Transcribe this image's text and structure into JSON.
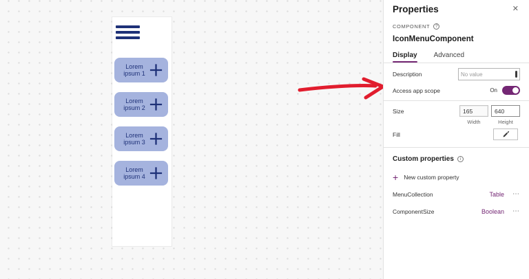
{
  "colors": {
    "accent_purple": "#742774",
    "navy_blue": "#1e3178",
    "button_blue": "#a5b3de",
    "arrow_red": "#e11d2e"
  },
  "canvas": {
    "component_preview": {
      "buttons": [
        "Lorem ipsum 1",
        "Lorem ipsum 2",
        "Lorem ipsum 3",
        "Lorem ipsum 4"
      ]
    }
  },
  "panel": {
    "title": "Properties",
    "close_label": "✕",
    "section_label": "COMPONENT",
    "help_glyph": "?",
    "info_glyph": "i",
    "component_name": "IconMenuComponent",
    "tabs": [
      {
        "label": "Display",
        "active": true
      },
      {
        "label": "Advanced",
        "active": false
      }
    ],
    "fields": {
      "description_label": "Description",
      "description_placeholder": "No value",
      "access_app_scope_label": "Access app scope",
      "access_app_scope_state": "On",
      "size_label": "Size",
      "width_value": "165",
      "height_value": "640",
      "width_label": "Width",
      "height_label": "Height",
      "fill_label": "Fill"
    },
    "custom_properties": {
      "heading": "Custom properties",
      "new_property_label": "New custom property",
      "plus_glyph": "+",
      "more_glyph": "⋯",
      "items": [
        {
          "name": "MenuCollection",
          "type": "Table"
        },
        {
          "name": "ComponentSize",
          "type": "Boolean"
        }
      ]
    }
  }
}
